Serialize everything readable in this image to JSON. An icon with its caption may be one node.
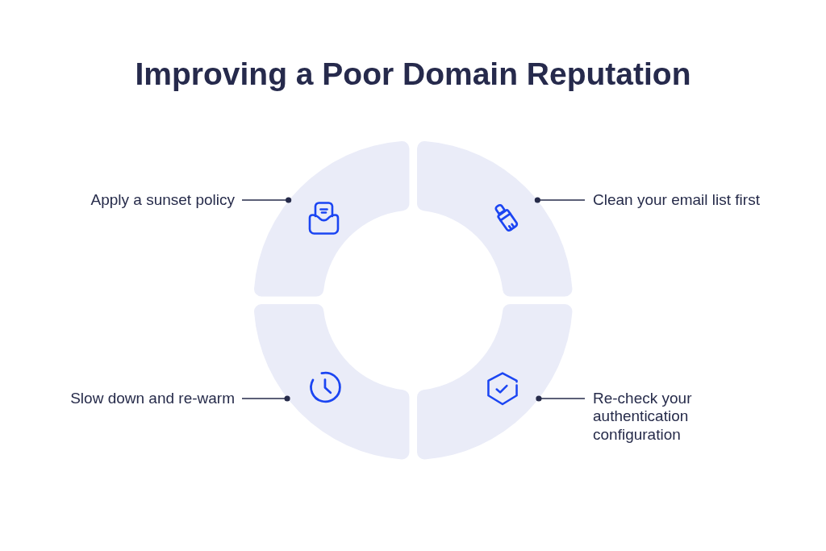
{
  "diagram": {
    "title": "Improving a Poor Domain Reputation",
    "nodes": [
      {
        "text": [
          "Apply a sunset policy"
        ]
      },
      {
        "text": [
          "Clean your email list first"
        ]
      },
      {
        "text": [
          "Slow down and re-warm"
        ]
      },
      {
        "text": [
          "Re-check your authentication configuration"
        ]
      },
      {
        "text": [],
        "shape": "arc"
      },
      {
        "text": [],
        "shape": "arc"
      },
      {
        "text": [],
        "shape": "arc"
      },
      {
        "text": [],
        "shape": "arc"
      }
    ],
    "edges": [
      {
        "from": 0,
        "to": 4,
        "arrow": "other"
      },
      {
        "from": 1,
        "to": 5,
        "arrow": "other"
      },
      {
        "from": 2,
        "to": 6,
        "arrow": "other"
      },
      {
        "from": 3,
        "to": 7,
        "arrow": "other"
      }
    ]
  }
}
